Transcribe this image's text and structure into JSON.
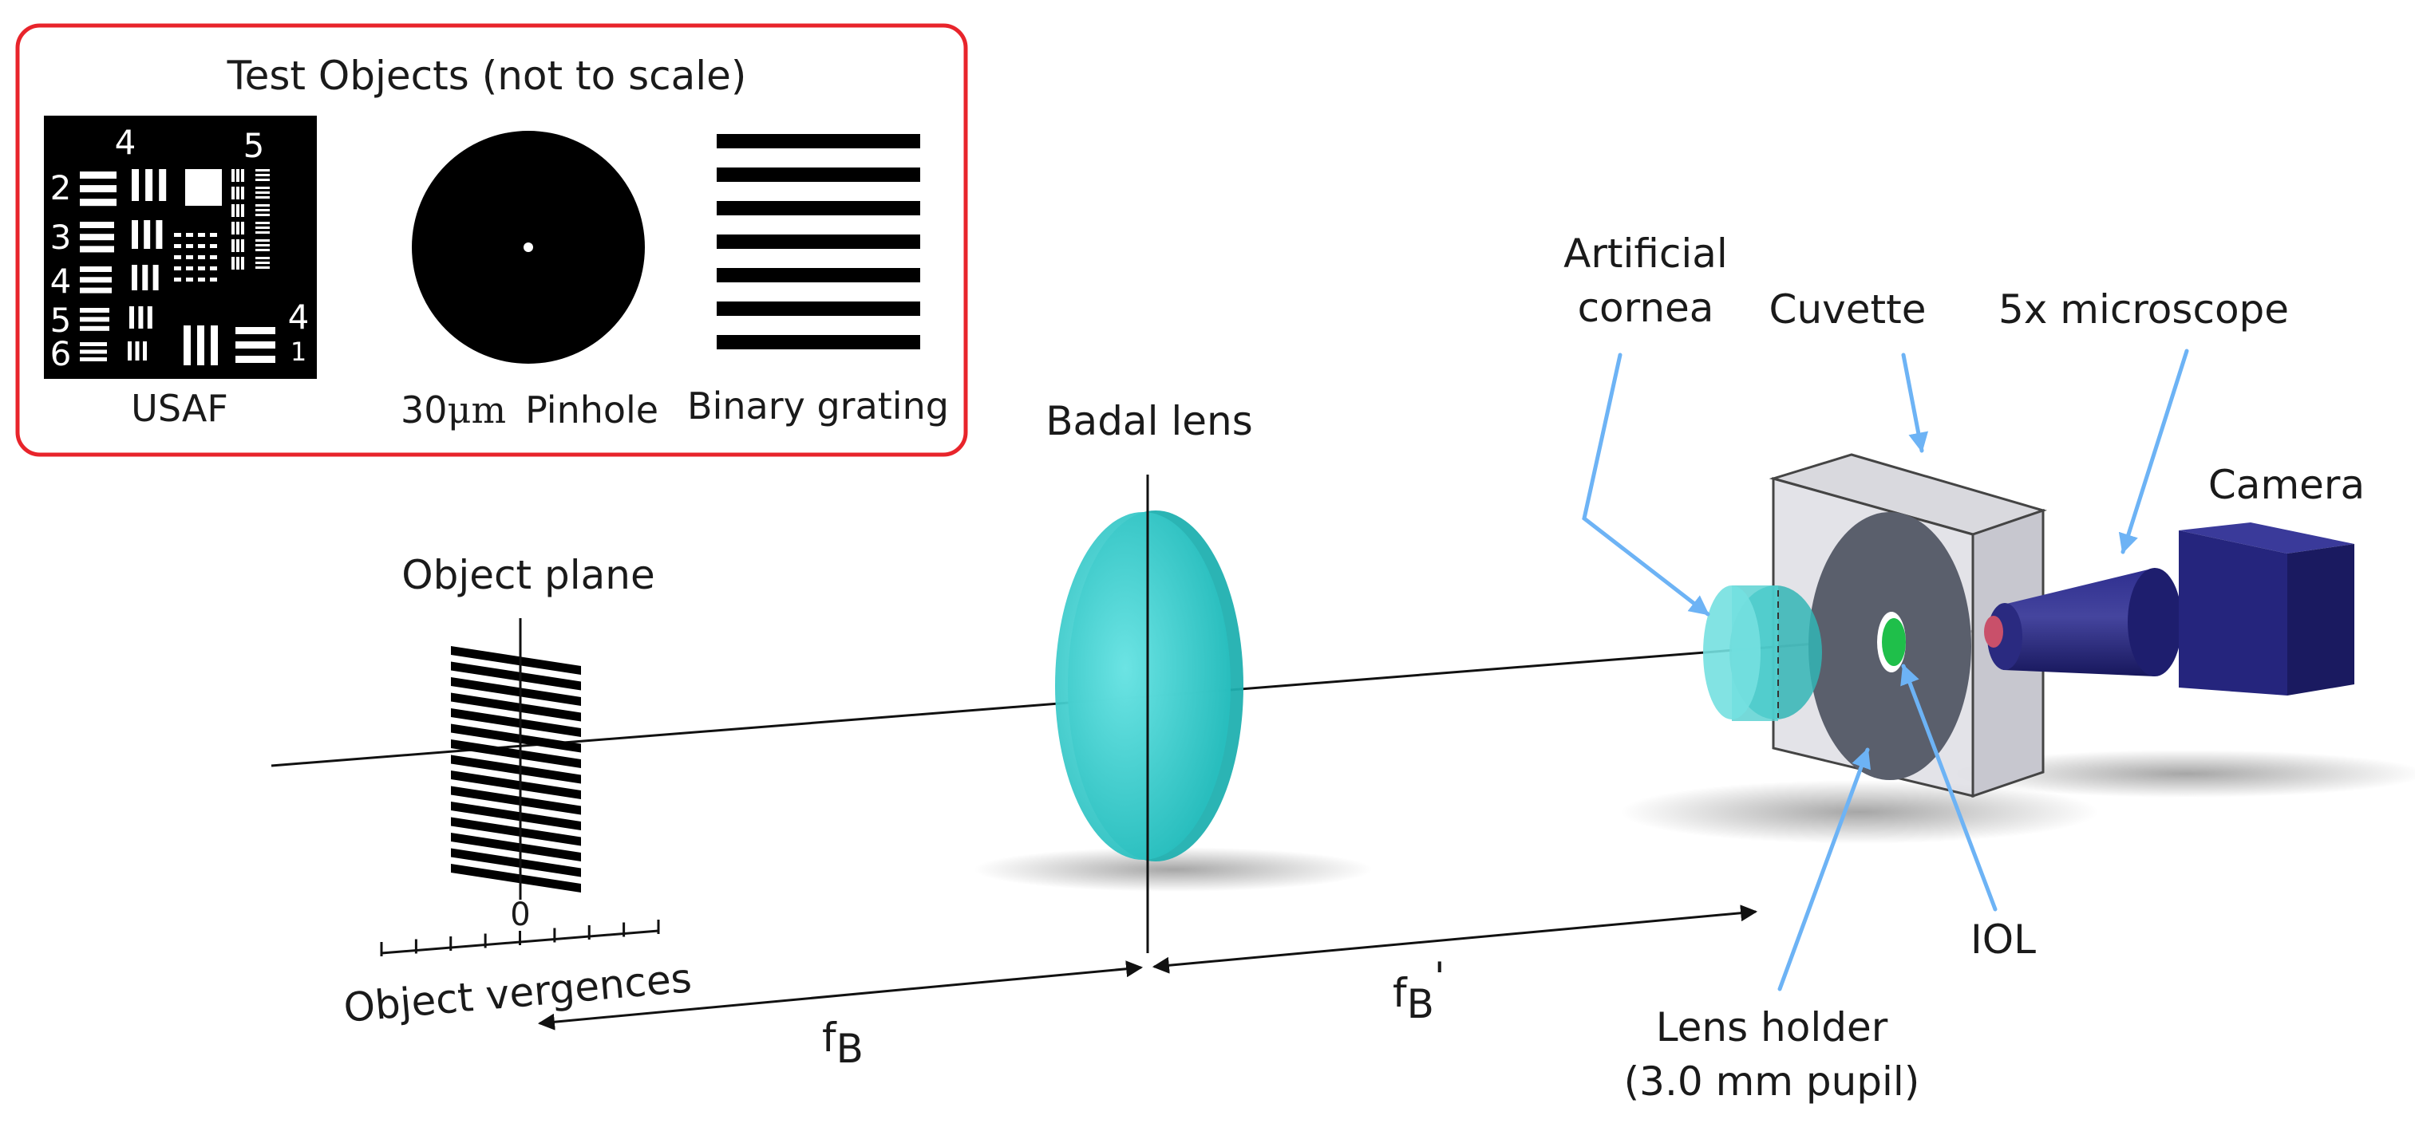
{
  "inset": {
    "title": "Test Objects (not to scale)",
    "usaf": {
      "label": "USAF",
      "top_numbers": [
        "4",
        "5"
      ],
      "left_numbers": [
        "2",
        "3",
        "4",
        "5",
        "6"
      ],
      "right_numbers": [
        "4",
        "1"
      ]
    },
    "pinhole": {
      "label_prefix": "30",
      "label_unit": "μm",
      "label_suffix": "Pinhole"
    },
    "grating": {
      "label": "Binary grating"
    }
  },
  "diagram": {
    "object_plane": "Object plane",
    "object_vergences": "Object vergences",
    "vergence_zero": "0",
    "badal_lens": "Badal lens",
    "fb": "f",
    "fb_sub": "B",
    "fb_prime": "f",
    "fb_prime_sub": "B",
    "fb_prime_mark": "'",
    "artificial_cornea_1": "Artificial",
    "artificial_cornea_2": "cornea",
    "cuvette": "Cuvette",
    "microscope": "5x microscope",
    "camera": "Camera",
    "iol": "IOL",
    "lens_holder_1": "Lens holder",
    "lens_holder_2": "(3.0 mm pupil)"
  },
  "colors": {
    "inset_border": "#e8242b",
    "arrow_blue": "#6db3f5",
    "lens_cyan": "#3ecfcf",
    "camera_navy": "#23237a",
    "iol_green": "#1fbf4a"
  }
}
